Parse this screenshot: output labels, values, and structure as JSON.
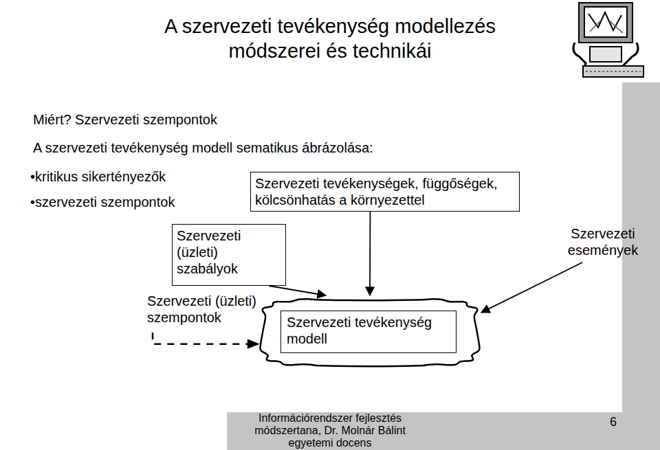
{
  "diagram": {
    "title": "A szervezeti tevékenység modellezés módszerei és technikái",
    "nodes": [
      {
        "text": [
          "Szervezeti tevékenységek, függőségek, kölcsönhatás a környezettel"
        ]
      },
      {
        "text": [
          "Szervezeti (üzleti) szabályok"
        ]
      },
      {
        "text": [
          "Szervezeti események"
        ]
      },
      {
        "text": [
          "Szervezeti (üzleti) szempontok"
        ]
      },
      {
        "text": [
          "Szervezeti tevékenység modell"
        ]
      }
    ],
    "edges": [
      {
        "from": 1,
        "to": 4,
        "arrow": "to"
      },
      {
        "from": 0,
        "to": 4,
        "arrow": "to"
      },
      {
        "from": 2,
        "to": 4,
        "arrow": "to"
      },
      {
        "from": 3,
        "to": 4,
        "arrow": "to"
      }
    ],
    "labels": [
      "Miért? Szervezeti szempontok",
      "A szervezeti tevékenység modell sematikus ábrázolása:",
      "•kritikus sikertényezők",
      "•szervezeti szempontok",
      "Információrendszer fejlesztés módszertana, Dr. Molnár Bálint egyetemi docens",
      "6"
    ]
  }
}
